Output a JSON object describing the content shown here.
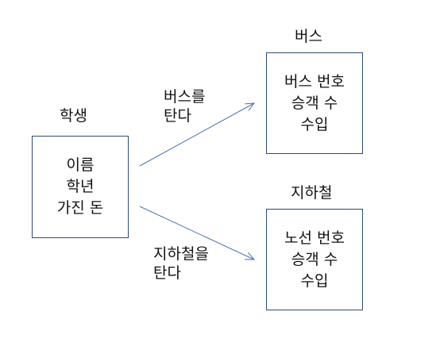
{
  "nodes": {
    "student": {
      "title": "학생",
      "attributes": [
        "이름",
        "학년",
        "가진 돈"
      ]
    },
    "bus": {
      "title": "버스",
      "attributes": [
        "버스 번호",
        "승객 수",
        "수입"
      ]
    },
    "subway": {
      "title": "지하철",
      "attributes": [
        "노선 번호",
        "승객 수",
        "수입"
      ]
    }
  },
  "edges": {
    "to_bus": {
      "label_lines": [
        "버스를",
        "탄다"
      ]
    },
    "to_subway": {
      "label_lines": [
        "지하철을",
        "탄다"
      ]
    }
  },
  "colors": {
    "box_border": "#2f4a73",
    "arrow": "#4a72b8",
    "text": "#111111"
  }
}
